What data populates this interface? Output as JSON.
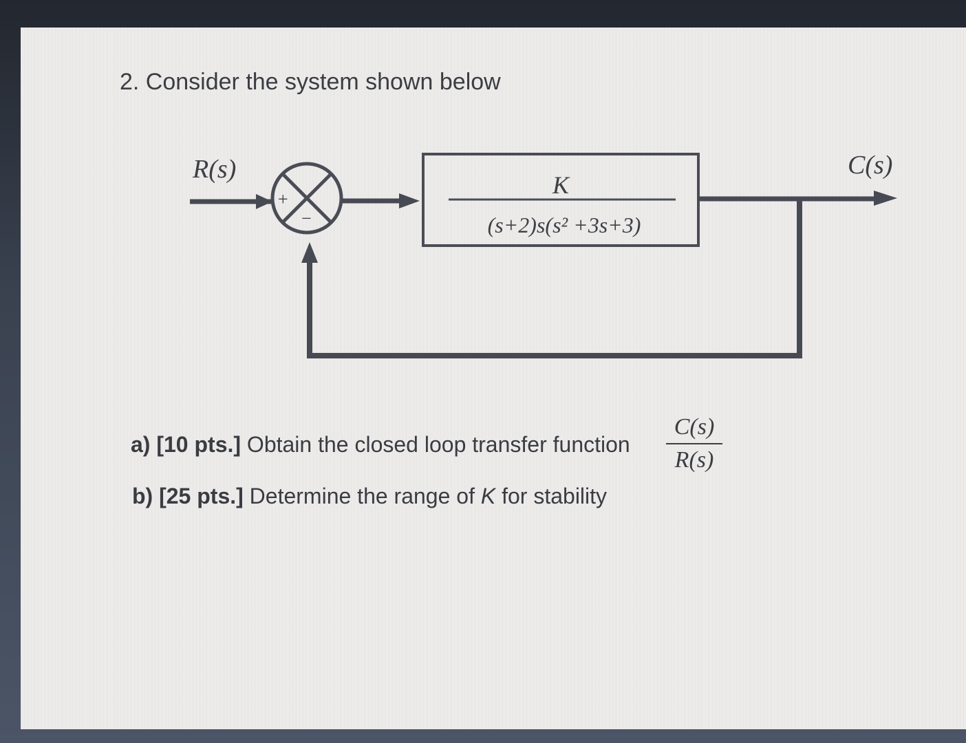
{
  "problem": {
    "title": "2. Consider the system shown below"
  },
  "diagram": {
    "input_label": "R(s)",
    "output_label": "C(s)",
    "sum_plus": "+",
    "sum_minus": "−",
    "block_numerator": "K",
    "block_denominator": "(s+2)s(s² +3s+3)"
  },
  "questions": {
    "a_points": "a) [10 pts.]",
    "a_text": "Obtain the closed loop transfer function",
    "a_frac_num": "C(s)",
    "a_frac_den": "R(s)",
    "b_points": "b) [25 pts.]",
    "b_text_1": "Determine the range of ",
    "b_var": "K",
    "b_text_2": " for stability"
  }
}
